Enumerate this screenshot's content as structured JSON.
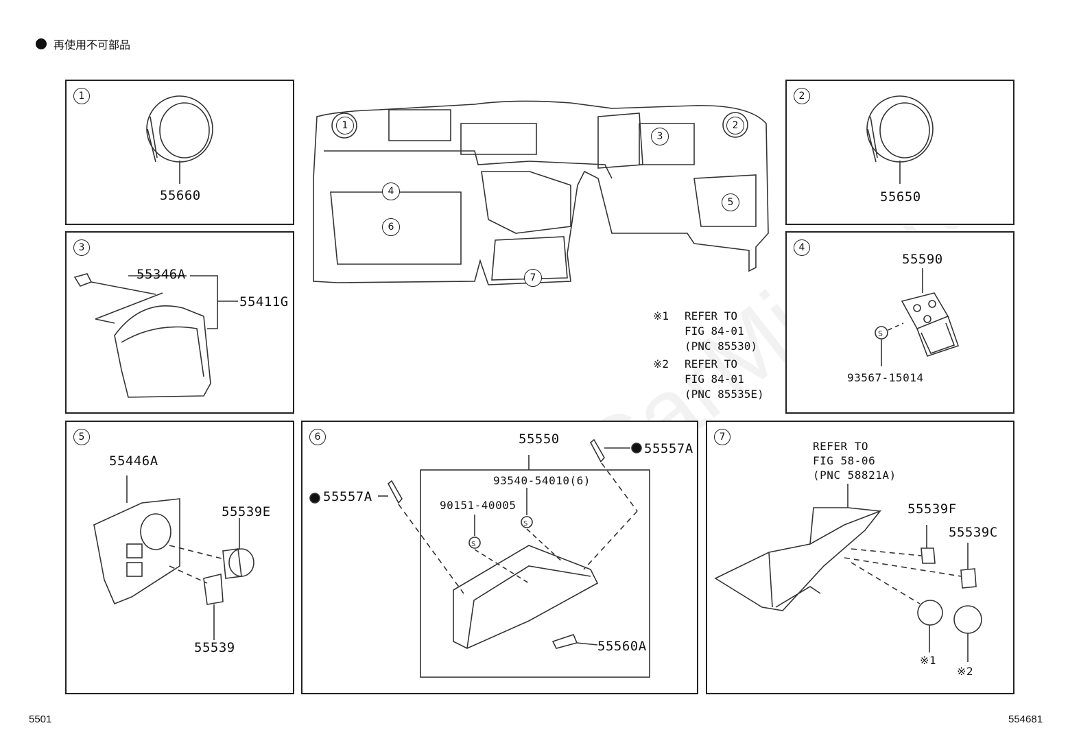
{
  "legend": {
    "text": "再使用不可部品"
  },
  "watermark": "ToyotaCarMine.ru",
  "page_left": "5501",
  "page_right": "554681",
  "panels": {
    "p1": {
      "num": "1",
      "parts": [
        "55660"
      ]
    },
    "p2": {
      "num": "2",
      "parts": [
        "55650"
      ]
    },
    "p3": {
      "num": "3",
      "parts": [
        "55346A",
        "55411G"
      ]
    },
    "p4": {
      "num": "4",
      "parts": [
        "55590",
        "93567-15014"
      ]
    },
    "p5": {
      "num": "5",
      "parts": [
        "55446A",
        "55539E",
        "55539"
      ]
    },
    "p6": {
      "num": "6",
      "parts": [
        "55550",
        "93540-54010(6)",
        "90151-40005",
        "55557A",
        "55557A",
        "55560A"
      ]
    },
    "p7": {
      "num": "7",
      "parts": [
        "55539F",
        "55539C",
        "※1",
        "※2"
      ],
      "refer": [
        "REFER TO",
        "FIG 58-06",
        "(PNC 58821A)"
      ]
    }
  },
  "overview": {
    "callouts": [
      "1",
      "2",
      "3",
      "4",
      "5",
      "6",
      "7"
    ]
  },
  "notes": {
    "n1": {
      "mark": "※1",
      "lines": [
        "REFER TO",
        "FIG 84-01",
        "(PNC 85530)"
      ]
    },
    "n2": {
      "mark": "※2",
      "lines": [
        "REFER TO",
        "FIG 84-01",
        "(PNC 85535E)"
      ]
    }
  }
}
